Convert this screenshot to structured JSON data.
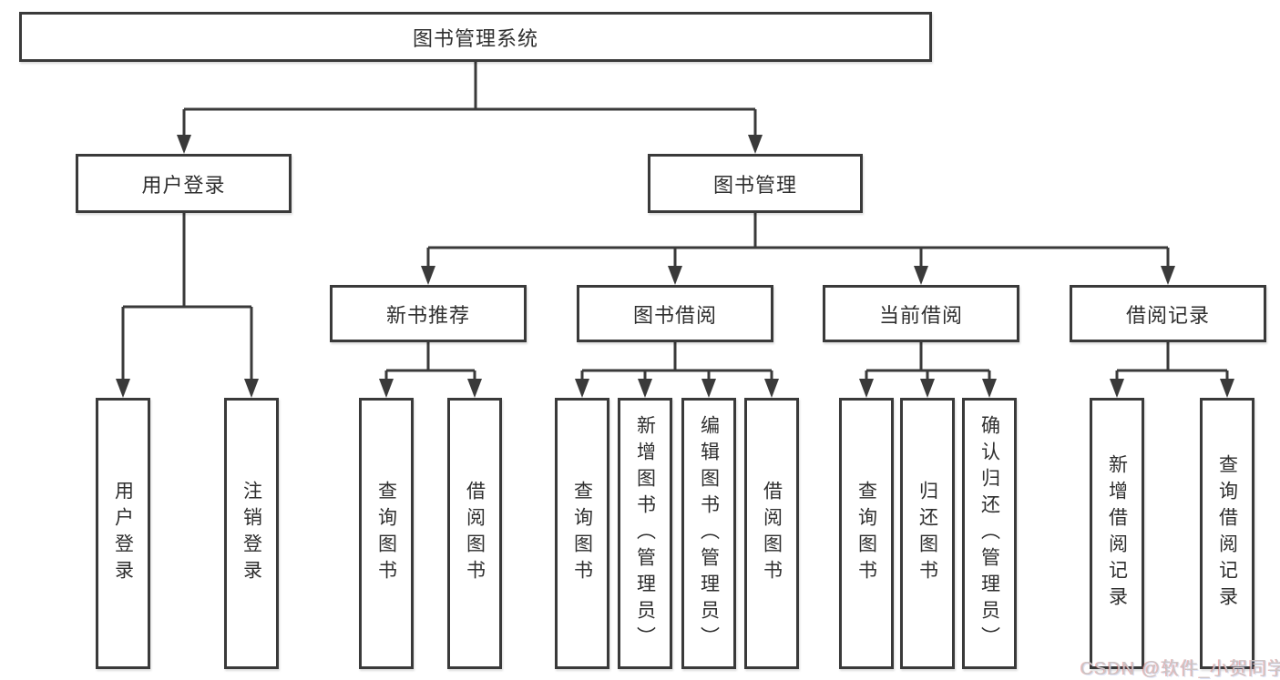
{
  "nodes": {
    "root": "图书管理系统",
    "login": "用户登录",
    "manage": "图书管理",
    "login_leaves": [
      "用户登录",
      "注销登录"
    ],
    "sections": [
      {
        "label": "新书推荐",
        "leaves": [
          "查询图书",
          "借阅图书"
        ]
      },
      {
        "label": "图书借阅",
        "leaves": [
          "查询图书",
          "新增图书（管理员）",
          "编辑图书（管理员）",
          "借阅图书"
        ]
      },
      {
        "label": "当前借阅",
        "leaves": [
          "查询图书",
          "归还图书",
          "确认归还（管理员）"
        ]
      },
      {
        "label": "借阅记录",
        "leaves": [
          "新增借阅记录",
          "查询借阅记录"
        ]
      }
    ]
  },
  "watermark": "CSDN @软件_小贺同学",
  "colors": {
    "line": "#3a3a3a",
    "text": "#2f2f2f",
    "box_background": "#ffffff",
    "watermark": "#ccc6c6"
  }
}
